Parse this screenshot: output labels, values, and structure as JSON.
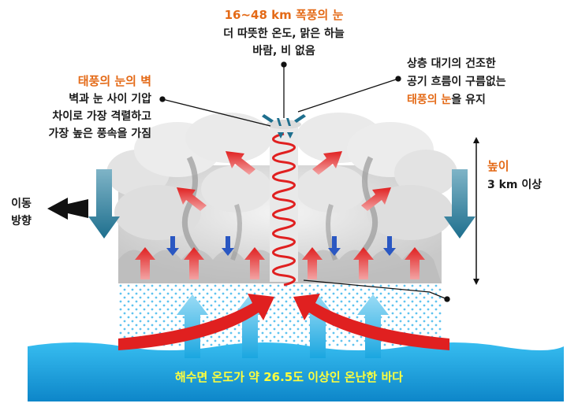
{
  "labels": {
    "eye_title": "16~48 km 폭풍의 눈",
    "eye_line1": "더 따뜻한 온도, 맑은 하늘",
    "eye_line2": "바람, 비 없음",
    "wall_title": "태풍의 눈의 벽",
    "wall_line1": "벽과 눈 사이 기압",
    "wall_line2": "차이로 가장 격렬하고",
    "wall_line3": "가장 높은 풍속을 가짐",
    "dry_line1": "상층 대기의 건조한",
    "dry_line2": "공기 흐름이 구름없는",
    "dry_line3_highlight": "태풍의 눈",
    "dry_line3_rest": "을 유지",
    "height_title": "높이",
    "height_value": "3 km 이상",
    "move_line1": "이동",
    "move_line2": "방향",
    "sea_caption": "해수면 온도가 약 26.5도 이상인 온난한 바다"
  },
  "colors": {
    "accent_orange": "#e46a17",
    "warm_arrow": "#e02020",
    "cool_arrow": "#1e6f8e",
    "sea": "#1aa6e0",
    "caption": "#ffff3c",
    "cloud": "#d9d9d9"
  }
}
